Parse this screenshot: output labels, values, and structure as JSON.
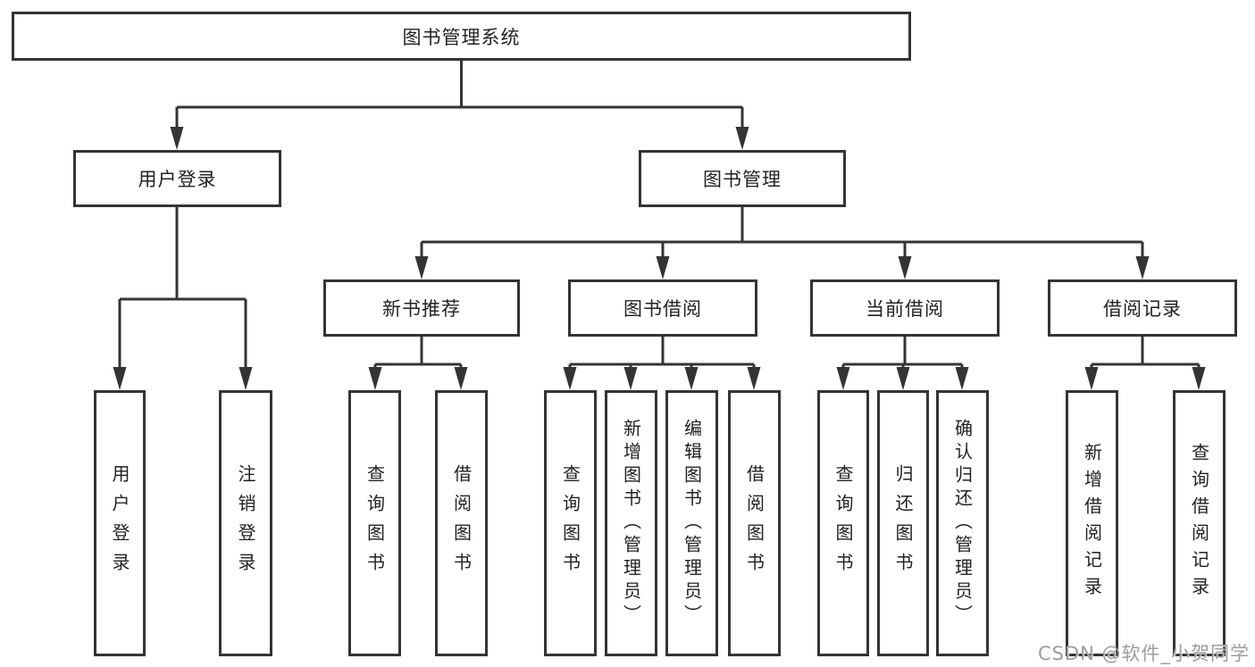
{
  "colors": {
    "line": "#343434",
    "text": "#222222",
    "watermark": "#9c9c9c",
    "background": "#ffffff"
  },
  "diagram": {
    "root": {
      "label": "图书管理系统"
    },
    "branches": [
      {
        "label": "用户登录",
        "children": [
          {
            "label": "用户登录"
          },
          {
            "label": "注销登录"
          }
        ]
      },
      {
        "label": "图书管理",
        "children": [
          {
            "label": "新书推荐",
            "children": [
              {
                "label": "查询图书"
              },
              {
                "label": "借阅图书"
              }
            ]
          },
          {
            "label": "图书借阅",
            "children": [
              {
                "label": "查询图书"
              },
              {
                "label": "新增图书（管理员）"
              },
              {
                "label": "编辑图书（管理员）"
              },
              {
                "label": "借阅图书"
              }
            ]
          },
          {
            "label": "当前借阅",
            "children": [
              {
                "label": "查询图书"
              },
              {
                "label": "归还图书"
              },
              {
                "label": "确认归还（管理员）"
              }
            ]
          },
          {
            "label": "借阅记录",
            "children": [
              {
                "label": "新增借阅记录"
              },
              {
                "label": "查询借阅记录"
              }
            ]
          }
        ]
      }
    ],
    "watermark": "CSDN @软件_小贺同学"
  }
}
